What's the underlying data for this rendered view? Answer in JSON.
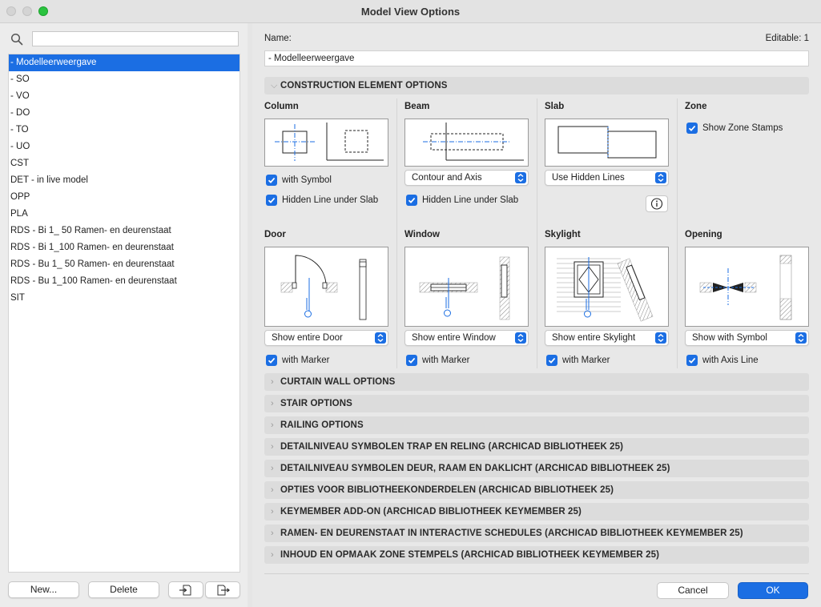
{
  "window": {
    "title": "Model View Options"
  },
  "left": {
    "search": {
      "value": "",
      "placeholder": ""
    },
    "items": [
      {
        "label": "-  Modelleerweergave",
        "selected": true
      },
      {
        "label": "-  SO"
      },
      {
        "label": "-  VO"
      },
      {
        "label": "- DO"
      },
      {
        "label": "- TO"
      },
      {
        "label": "- UO"
      },
      {
        "label": "CST"
      },
      {
        "label": "DET - in live model"
      },
      {
        "label": "OPP"
      },
      {
        "label": "PLA"
      },
      {
        "label": "RDS - Bi 1_ 50 Ramen- en deurenstaat"
      },
      {
        "label": "RDS - Bi 1_100 Ramen- en deurenstaat"
      },
      {
        "label": "RDS - Bu 1_ 50 Ramen- en deurenstaat"
      },
      {
        "label": "RDS - Bu 1_100 Ramen- en deurenstaat"
      },
      {
        "label": "SIT"
      }
    ],
    "buttons": {
      "new": "New...",
      "delete": "Delete"
    }
  },
  "main": {
    "name_label": "Name:",
    "editable_label": "Editable: 1",
    "name_value": "-  Modelleerweergave",
    "construction": {
      "header": "CONSTRUCTION ELEMENT OPTIONS",
      "column": {
        "title": "Column",
        "with_symbol": "with Symbol",
        "hidden_line": "Hidden Line under Slab"
      },
      "beam": {
        "title": "Beam",
        "select": "Contour and Axis",
        "hidden_line": "Hidden Line under Slab"
      },
      "slab": {
        "title": "Slab",
        "select": "Use Hidden Lines"
      },
      "zone": {
        "title": "Zone",
        "stamps": "Show Zone Stamps"
      },
      "door": {
        "title": "Door",
        "select": "Show entire Door",
        "marker": "with Marker"
      },
      "window": {
        "title": "Window",
        "select": "Show entire Window",
        "marker": "with Marker"
      },
      "skylight": {
        "title": "Skylight",
        "select": "Show entire Skylight",
        "marker": "with Marker"
      },
      "opening": {
        "title": "Opening",
        "select": "Show with Symbol",
        "axis": "with Axis Line"
      }
    },
    "sections": [
      "CURTAIN WALL OPTIONS",
      "STAIR OPTIONS",
      "RAILING OPTIONS",
      "DETAILNIVEAU SYMBOLEN TRAP EN RELING (ARCHICAD BIBLIOTHEEK 25)",
      "DETAILNIVEAU SYMBOLEN DEUR, RAAM EN DAKLICHT (ARCHICAD BIBLIOTHEEK 25)",
      "OPTIES VOOR BIBLIOTHEEKONDERDELEN (ARCHICAD BIBLIOTHEEK 25)",
      "KEYMEMBER ADD-ON (ARCHICAD BIBLIOTHEEK KEYMEMBER 25)",
      "RAMEN- EN DEURENSTAAT IN INTERACTIVE SCHEDULES (ARCHICAD BIBLIOTHEEK KEYMEMBER 25)",
      "INHOUD EN OPMAAK ZONE STEMPELS (ARCHICAD BIBLIOTHEEK KEYMEMBER 25)"
    ],
    "buttons": {
      "cancel": "Cancel",
      "ok": "OK"
    }
  },
  "colors": {
    "accent": "#1b6ee3",
    "axis_line": "#1b6ee3"
  }
}
